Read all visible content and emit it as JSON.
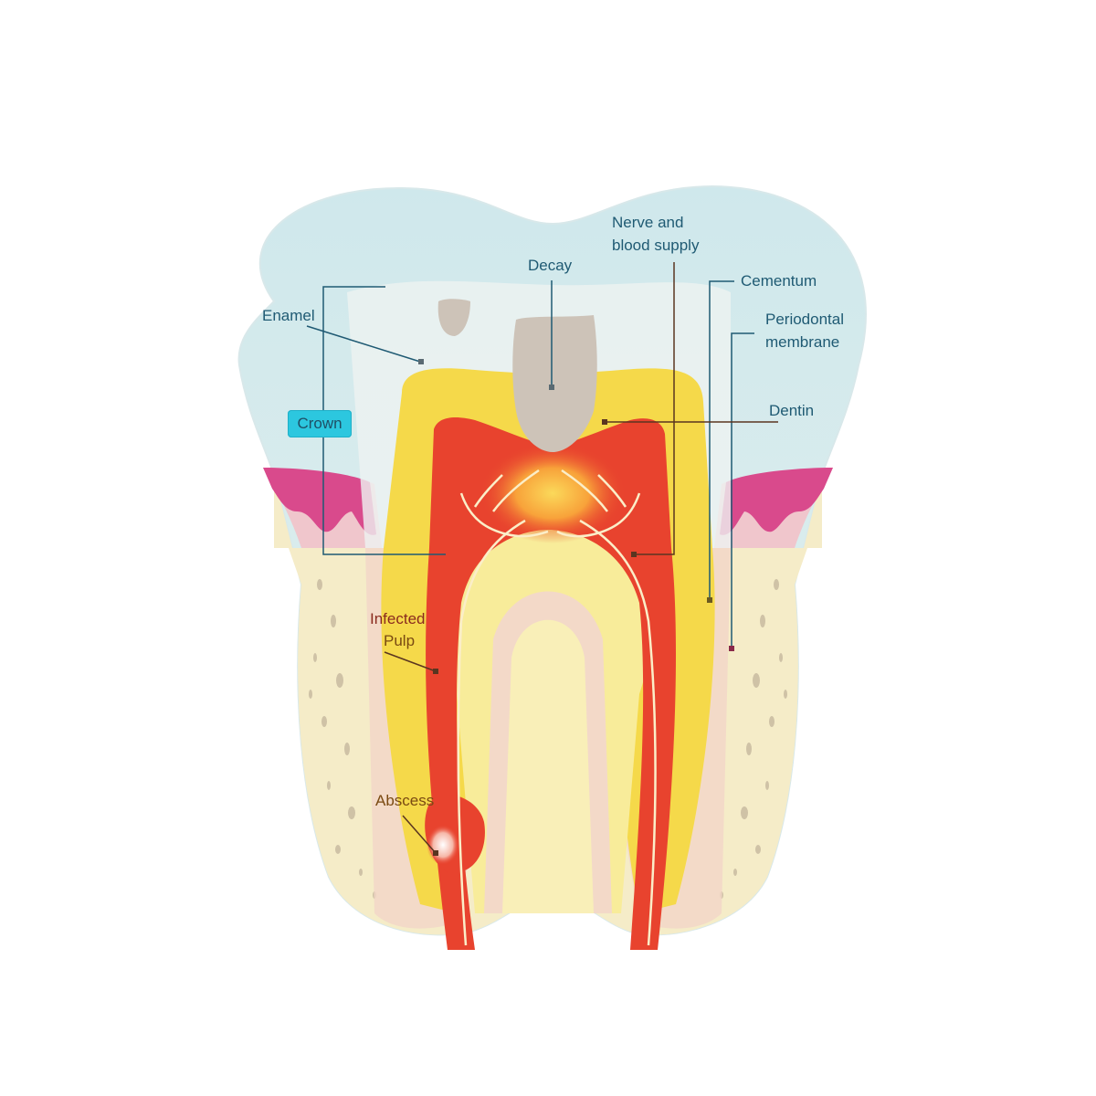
{
  "diagram": {
    "subject": "Tooth anatomy with infection",
    "labels": {
      "enamel": "Enamel",
      "crown": "Crown",
      "decay": "Decay",
      "nerve_line1": "Nerve and",
      "nerve_line2": "blood supply",
      "cementum": "Cementum",
      "periodontal_line1": "Periodontal",
      "periodontal_line2": "membrane",
      "dentin": "Dentin",
      "infected_line1": "Infected",
      "infected_line2": "Pulp",
      "abscess": "Abscess"
    },
    "colors": {
      "enamel": "#d3ebef",
      "enamel_inner": "#eef3f1",
      "dentin": "#f5d94a",
      "dentin_light": "#f8ec9a",
      "pulp": "#e8432e",
      "pulp_glow": "#f8a23a",
      "decay": "#cdc3b8",
      "gum": "#d94a8c",
      "gum_light": "#f0c6cc",
      "bone": "#f5ecc8",
      "cementum": "#f2d6c8",
      "crown_badge": "#2cc7df",
      "leader_blue": "#1f5a73",
      "leader_brown": "#5a3520"
    }
  }
}
